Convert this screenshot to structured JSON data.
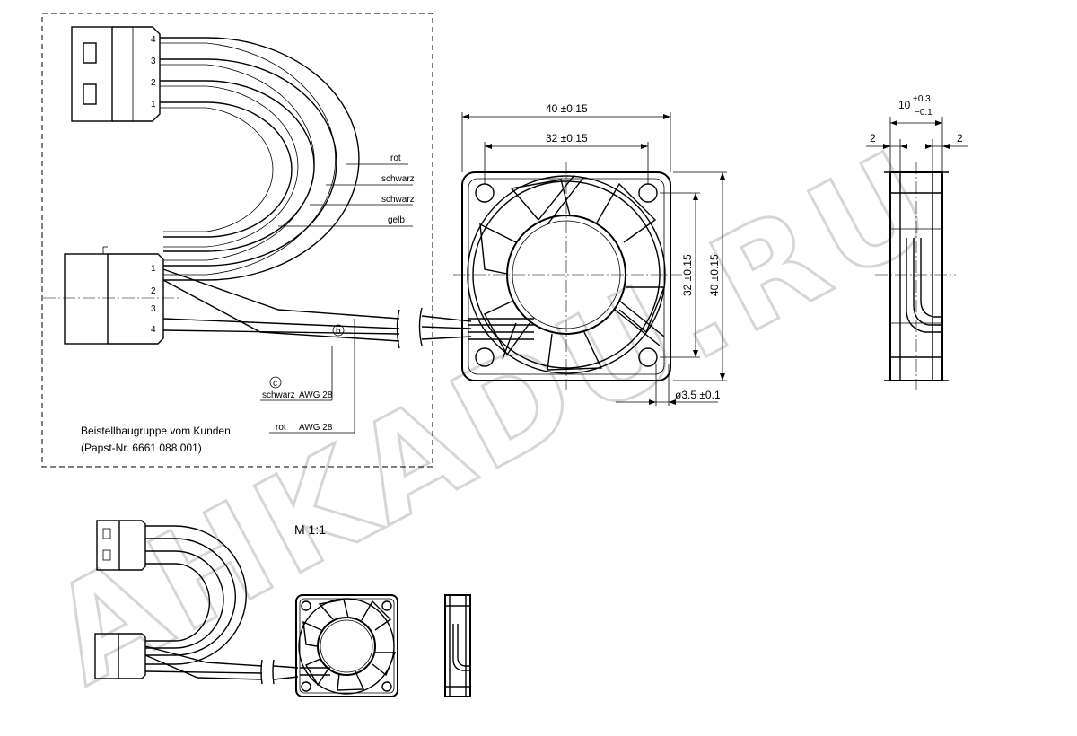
{
  "watermark": "AHKADU.RU",
  "wire_colors": [
    "rot",
    "schwarz",
    "schwarz",
    "gelb"
  ],
  "connector_top_pins": [
    "4",
    "3",
    "2",
    "1"
  ],
  "connector_bottom_pins": [
    "1",
    "2",
    "3",
    "4"
  ],
  "markers": {
    "b": "b",
    "c": "c"
  },
  "awg_labels": [
    {
      "color": "schwarz",
      "gauge": "AWG 28"
    },
    {
      "color": "rot",
      "gauge": "AWG 28"
    }
  ],
  "order_note": {
    "line1": "Beistellbaugruppe vom Kunden",
    "line2": "(Papst-Nr. 6661 088 001)"
  },
  "dimensions": {
    "width_outer": "40 ±0.15",
    "width_holes": "32 ±0.15",
    "height_holes": "32 ±0.15",
    "height_outer": "40 ±0.15",
    "hole_dia": "ø3.5 ±0.1",
    "depth": "10",
    "depth_tol_plus": "+0.3",
    "depth_tol_minus": "−0.1",
    "flange_left": "2",
    "flange_right": "2"
  },
  "scale": "M 1:1"
}
